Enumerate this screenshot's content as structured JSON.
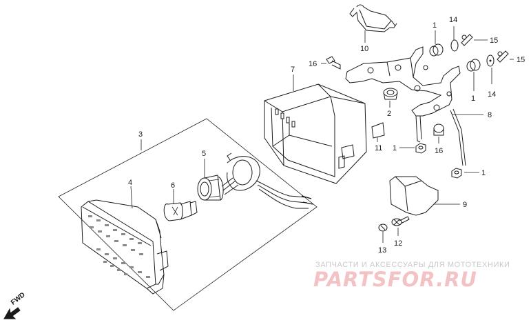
{
  "parts": {
    "p1a": "1",
    "p1b": "1",
    "p1c": "1",
    "p1d": "1",
    "p2": "2",
    "p3": "3",
    "p4": "4",
    "p5": "5",
    "p6": "6",
    "p7": "7",
    "p8": "8",
    "p9": "9",
    "p10": "10",
    "p11": "11",
    "p12": "12",
    "p13": "13",
    "p14a": "14",
    "p14b": "14",
    "p15a": "15",
    "p15b": "15",
    "p16a": "16",
    "p16b": "16"
  },
  "direction_label": "FWD",
  "watermark": {
    "tagline": "ЗАПЧАСТИ И АКСЕССУАРЫ ДЛЯ МОТОТЕХНИКИ",
    "brand": "PARTSFOR.RU"
  }
}
